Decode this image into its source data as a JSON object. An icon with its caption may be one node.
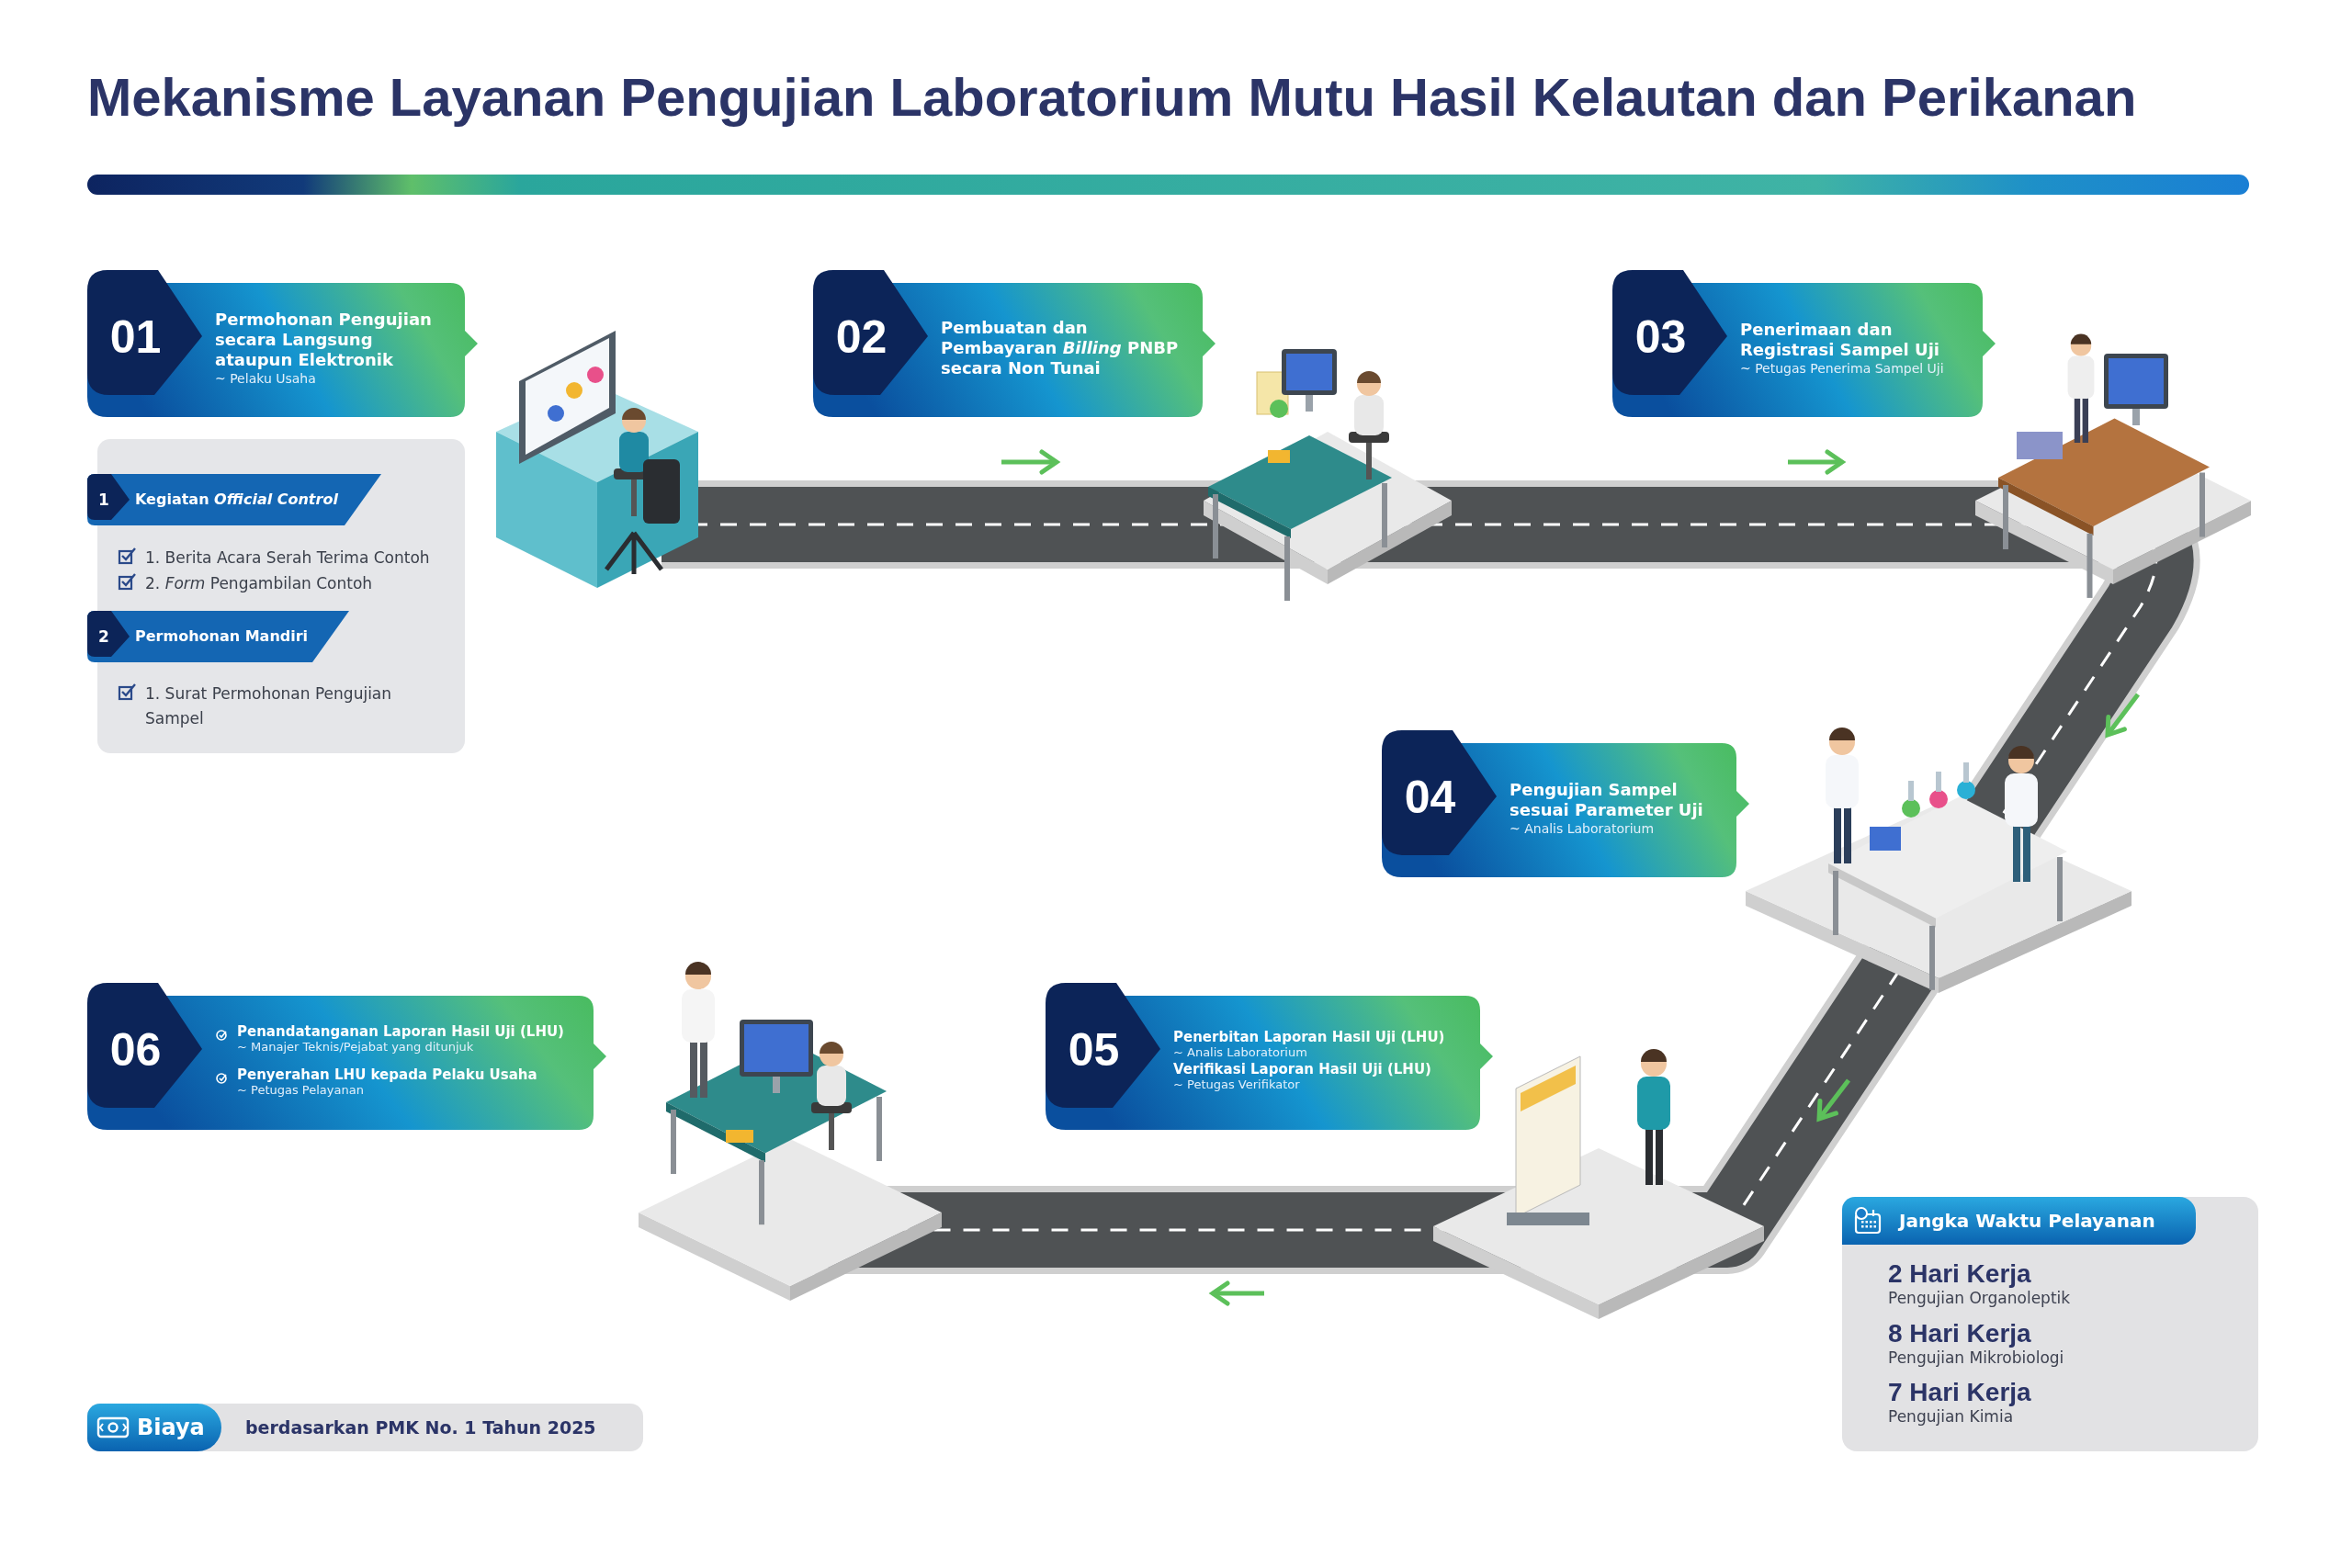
{
  "diagram": {
    "title": "Mekanisme Layanan Pengujian Laboratorium Mutu Hasil Kelautan dan Perikanan",
    "nodes": [
      {
        "text": [
          "01",
          "Permohonan Pengujian secara Langsung ataupun Elektronik",
          "~ Pelaku Usaha"
        ]
      },
      {
        "text": [
          "02",
          "Pembuatan dan Pembayaran *Billing* PNBP secara Non Tunai"
        ]
      },
      {
        "text": [
          "03",
          "Penerimaan dan Registrasi Sampel Uji",
          "~ Petugas Penerima Sampel Uji"
        ]
      },
      {
        "text": [],
        "shape": "box"
      },
      {
        "text": [
          "1",
          "Kegiatan *Official Control*"
        ],
        "in": 3
      },
      {
        "text": [
          "2",
          "Permohonan Mandiri"
        ],
        "in": 3
      },
      {
        "text": [
          "04",
          "Pengujian Sampel sesuai Parameter Uji",
          "~ Analis Laboratorium"
        ]
      },
      {
        "text": [
          "06",
          "Penandatanganan Laporan Hasil Uji (LHU)",
          "~ Manajer Teknis/Pejabat yang ditunjuk",
          "Penyerahan LHU kepada Pelaku Usaha",
          "~ Petugas Pelayanan"
        ]
      },
      {
        "text": [
          "05",
          "Penerbitan Laporan Hasil Uji (LHU)",
          "~ Analis Laboratorium",
          "Verifikasi Laporan Hasil Uji (LHU)",
          "~ Petugas Verifikator"
        ]
      },
      {
        "text": [
          "Jangka Waktu Pelayanan",
          "2 Hari Kerja",
          "Pengujian Organoleptik",
          "8 Hari Kerja",
          "Pengujian Mikrobiologi",
          "7 Hari Kerja",
          "Pengujian Kimia"
        ]
      },
      {
        "text": [
          "Biaya",
          "berdasarkan PMK No. 1 Tahun 2025"
        ]
      }
    ],
    "labels": [
      "1. Berita Acara Serah Terima Contoh",
      "2. *Form* Pengambilan Contoh",
      "1. Surat Permohonan Pengujian Sampel"
    ]
  }
}
